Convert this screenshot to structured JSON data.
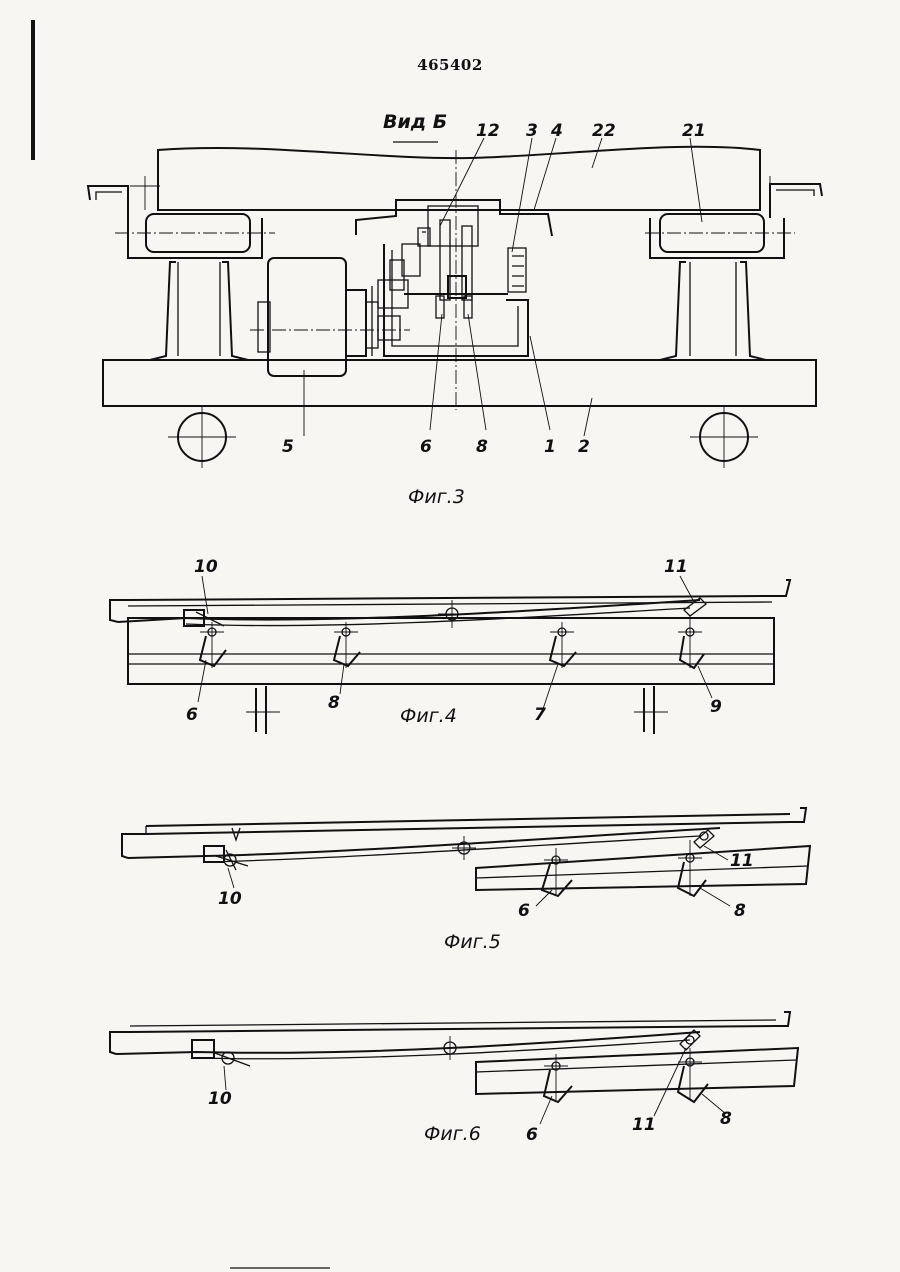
{
  "document": {
    "page_number": "465402"
  },
  "fig3": {
    "view_label": "Вид Б",
    "caption": "Фиг.3",
    "labels": [
      "12",
      "3",
      "4",
      "22",
      "21",
      "5",
      "6",
      "8",
      "1",
      "2"
    ]
  },
  "fig4": {
    "caption": "Фиг.4",
    "labels": [
      "10",
      "11",
      "6",
      "8",
      "7",
      "9"
    ]
  },
  "fig5": {
    "caption": "Фиг.5",
    "labels": [
      "11",
      "10",
      "6",
      "8"
    ]
  },
  "fig6": {
    "caption": "Фиг.6",
    "labels": [
      "10",
      "6",
      "11",
      "8"
    ]
  }
}
